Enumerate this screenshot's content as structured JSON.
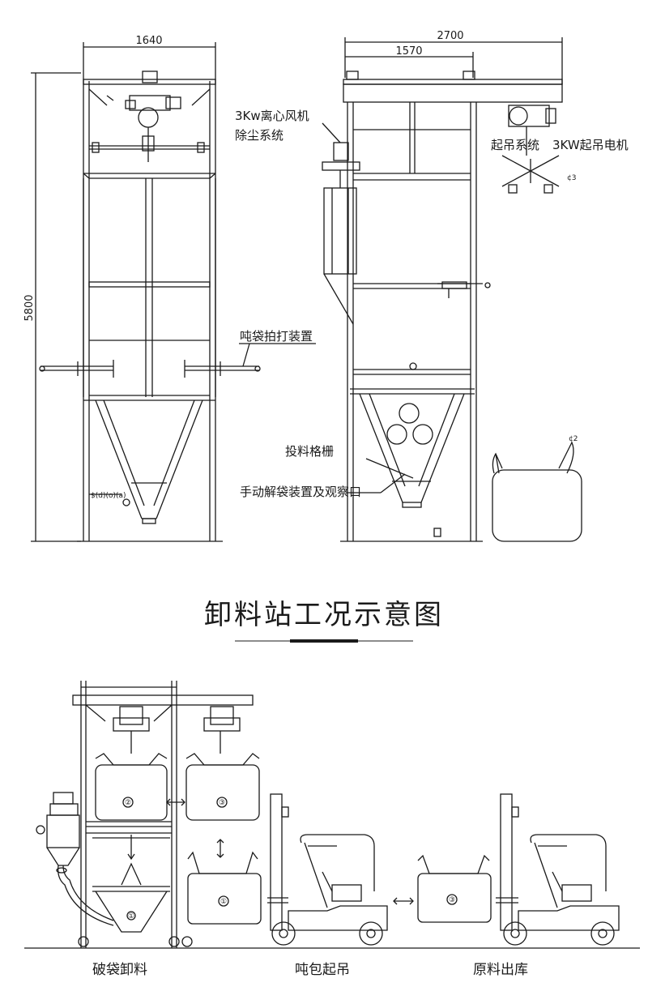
{
  "dimensions": {
    "left_width": "1640",
    "left_height": "5800",
    "right_total_width": "2700",
    "right_frame_width": "1570"
  },
  "labels": {
    "fan": "3Kw离心风机",
    "dust": "除尘系统",
    "hoist_system": "起吊系统",
    "hoist_motor": "3KW起吊电机",
    "bag_beater": "吨袋拍打装置",
    "feed_grate": "投料格栅",
    "manual_unpack": "手动解袋装置及观察口"
  },
  "title": "卸料站工况示意图",
  "captions": {
    "unloading": "破袋卸料",
    "lifting": "吨包起吊",
    "outbound": "原料出库"
  },
  "bag_numbers": {
    "b1": "②",
    "b2": "③",
    "b3": "①",
    "b4": "①",
    "b5": "③"
  },
  "colors": {
    "line": "#1a1a1a",
    "title_bar": "#1a1a1a",
    "background": "#ffffff"
  }
}
